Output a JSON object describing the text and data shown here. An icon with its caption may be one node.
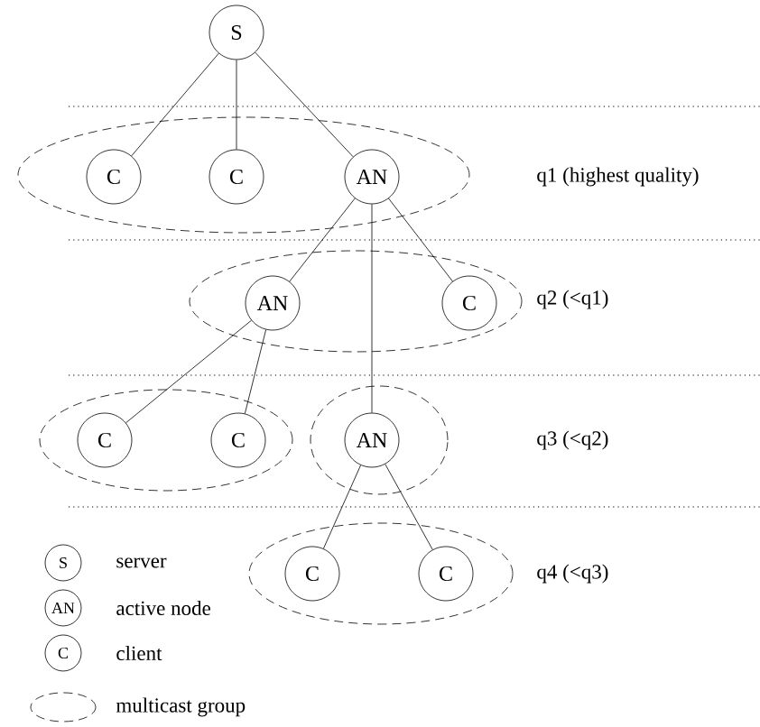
{
  "diagram": {
    "nodes": [
      {
        "text": [
          "S"
        ]
      },
      {
        "text": [],
        "shape": "ellipse"
      },
      {
        "text": [
          "C"
        ],
        "in": 1
      },
      {
        "text": [
          "C"
        ],
        "in": 1
      },
      {
        "text": [
          "AN"
        ],
        "in": 1
      },
      {
        "text": [],
        "shape": "ellipse"
      },
      {
        "text": [
          "AN"
        ],
        "in": 5
      },
      {
        "text": [
          "C"
        ],
        "in": 5
      },
      {
        "text": [],
        "shape": "ellipse"
      },
      {
        "text": [
          "C"
        ],
        "in": 8
      },
      {
        "text": [
          "C"
        ],
        "in": 8
      },
      {
        "text": [],
        "shape": "ellipse"
      },
      {
        "text": [
          "AN"
        ],
        "in": 11
      },
      {
        "text": [],
        "shape": "ellipse"
      },
      {
        "text": [
          "C"
        ],
        "in": 13
      },
      {
        "text": [
          "C"
        ],
        "in": 13
      }
    ],
    "edges": [
      {
        "from": 0,
        "to": 2,
        "arrow": "none"
      },
      {
        "from": 0,
        "to": 3,
        "arrow": "none"
      },
      {
        "from": 0,
        "to": 4,
        "arrow": "none"
      },
      {
        "from": 4,
        "to": 6,
        "arrow": "none"
      },
      {
        "from": 4,
        "to": 7,
        "arrow": "none"
      },
      {
        "from": 4,
        "to": 12,
        "arrow": "none"
      },
      {
        "from": 6,
        "to": 9,
        "arrow": "none"
      },
      {
        "from": 6,
        "to": 10,
        "arrow": "none"
      },
      {
        "from": 12,
        "to": 14,
        "arrow": "none"
      },
      {
        "from": 12,
        "to": 15,
        "arrow": "none"
      }
    ],
    "labels": [
      "q1 (highest quality)",
      "q2 (<q1)",
      "q3 (<q2)",
      "q4 (<q3)",
      "S",
      "AN",
      "C"
    ],
    "legend": [
      {
        "text": "server"
      },
      {
        "text": "active node"
      },
      {
        "text": "client"
      },
      {
        "text": "multicast group"
      }
    ]
  }
}
